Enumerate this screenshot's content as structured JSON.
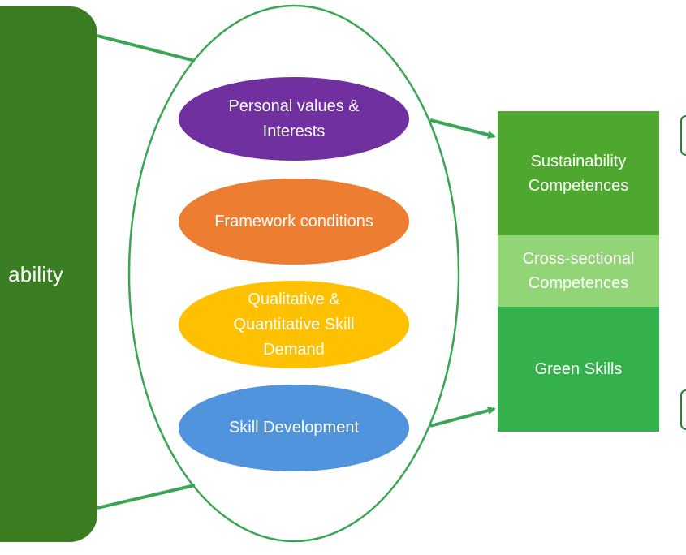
{
  "diagram": {
    "left_block": {
      "label": "ability",
      "color": "#3a7d23"
    },
    "factors": {
      "color_outline": "#3aa655",
      "items": [
        {
          "label": "Personal values & Interests",
          "color": "#7030a0"
        },
        {
          "label": "Framework conditions",
          "color": "#ed7d31"
        },
        {
          "label": "Qualitative & Quantitative Skill Demand",
          "color": "#ffc000"
        },
        {
          "label": "Skill Development",
          "color": "#4f94dc"
        }
      ]
    },
    "competence_stack": {
      "levels": [
        {
          "label": "Sustainability Competences",
          "color": "#4ea72e"
        },
        {
          "label": "Cross-sectional Competences",
          "color": "#92d576"
        },
        {
          "label": "Green Skills",
          "color": "#34b14c"
        }
      ]
    },
    "arrow_color": "#3aa655"
  }
}
